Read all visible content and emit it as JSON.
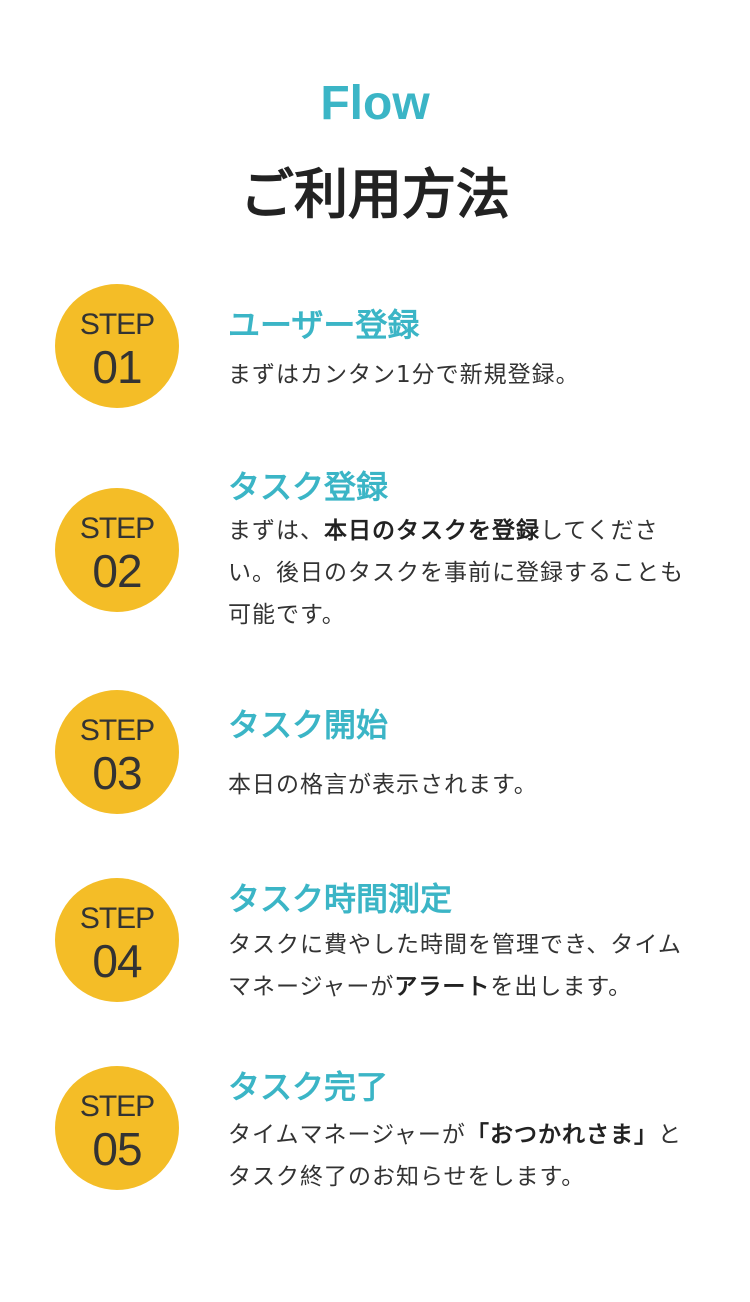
{
  "header": {
    "eyebrow": "Flow",
    "title": "ご利用方法"
  },
  "colors": {
    "accent": "#3bb5c6",
    "badge": "#f4bd27",
    "text": "#333333"
  },
  "steps": [
    {
      "badge_label": "STEP",
      "badge_num": "01",
      "title": "ユーザー登録",
      "text": [
        {
          "t": "まずはカンタン1分で新規登録。",
          "b": false
        }
      ]
    },
    {
      "badge_label": "STEP",
      "badge_num": "02",
      "title": "タスク登録",
      "text": [
        {
          "t": "まずは、",
          "b": false
        },
        {
          "t": "本日のタスクを登録",
          "b": true
        },
        {
          "t": "してください。後日のタスクを事前に登録することも可能です。",
          "b": false
        }
      ]
    },
    {
      "badge_label": "STEP",
      "badge_num": "03",
      "title": "タスク開始",
      "text": [
        {
          "t": "本日の格言が表示されます。",
          "b": false
        }
      ]
    },
    {
      "badge_label": "STEP",
      "badge_num": "04",
      "title": "タスク時間測定",
      "text": [
        {
          "t": "タスクに費やした時間を管理でき、タイムマネージャーが",
          "b": false
        },
        {
          "t": "アラート",
          "b": true
        },
        {
          "t": "を出します。",
          "b": false
        }
      ]
    },
    {
      "badge_label": "STEP",
      "badge_num": "05",
      "title": "タスク完了",
      "text": [
        {
          "t": "タイムマネージャーが",
          "b": false
        },
        {
          "t": "「おつかれさま」",
          "b": true
        },
        {
          "t": "とタスク終了のお知らせをします。",
          "b": false
        }
      ]
    }
  ]
}
